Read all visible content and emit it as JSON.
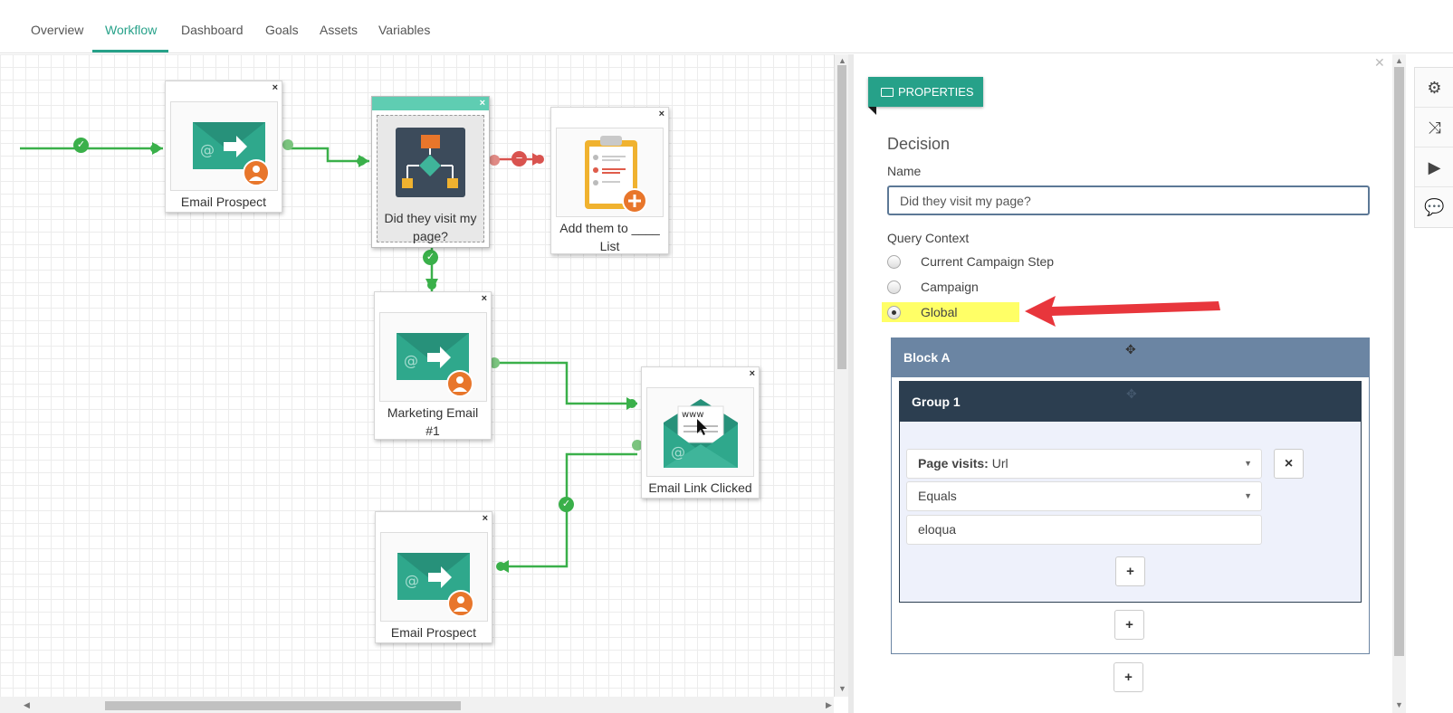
{
  "tabs": [
    {
      "label": "Overview"
    },
    {
      "label": "Workflow"
    },
    {
      "label": "Dashboard"
    },
    {
      "label": "Goals"
    },
    {
      "label": "Assets"
    },
    {
      "label": "Variables"
    }
  ],
  "active_tab": "Workflow",
  "canvas": {
    "nodes": [
      {
        "label": "Email Prospect",
        "icon": "email-send-icon"
      },
      {
        "label_line1": "Did they visit my",
        "label_line2": "page?",
        "icon": "decision-flowchart-icon"
      },
      {
        "label_line1": "Add them to ____",
        "label_line2": "List",
        "icon": "add-to-list-icon"
      },
      {
        "label_line1": "Marketing Email",
        "label_line2": "#1",
        "icon": "email-send-icon"
      },
      {
        "label": "Email Link Clicked",
        "icon": "email-link-click-icon"
      },
      {
        "label": "Email Prospect",
        "icon": "email-send-icon"
      }
    ],
    "close_glyph": "×"
  },
  "panel": {
    "properties_label": "PROPERTIES",
    "section_title": "Decision",
    "name_label": "Name",
    "name_value": "Did they visit my page?",
    "query_context_label": "Query Context",
    "query_options": [
      {
        "label": "Current Campaign Step",
        "checked": false
      },
      {
        "label": "Campaign",
        "checked": false
      },
      {
        "label": "Global",
        "checked": true
      }
    ],
    "block": {
      "title": "Block A",
      "group": {
        "title": "Group 1",
        "condition_field_bold": "Page visits:",
        "condition_field_rest": " Url",
        "operator": "Equals",
        "value": "eloqua",
        "remove_glyph": "×"
      }
    },
    "add_glyph": "+"
  },
  "side_tools": [
    "settings-gear-icon",
    "shuffle-icon",
    "play-icon",
    "comment-icon"
  ],
  "colors": {
    "accent": "#26a189",
    "block_header": "#6b85a3",
    "group_header": "#2c3e50",
    "connector": "#3ab04a",
    "negative_connector": "#d9534f",
    "highlight": "#ffff66",
    "annotation_arrow": "#e8363c"
  }
}
